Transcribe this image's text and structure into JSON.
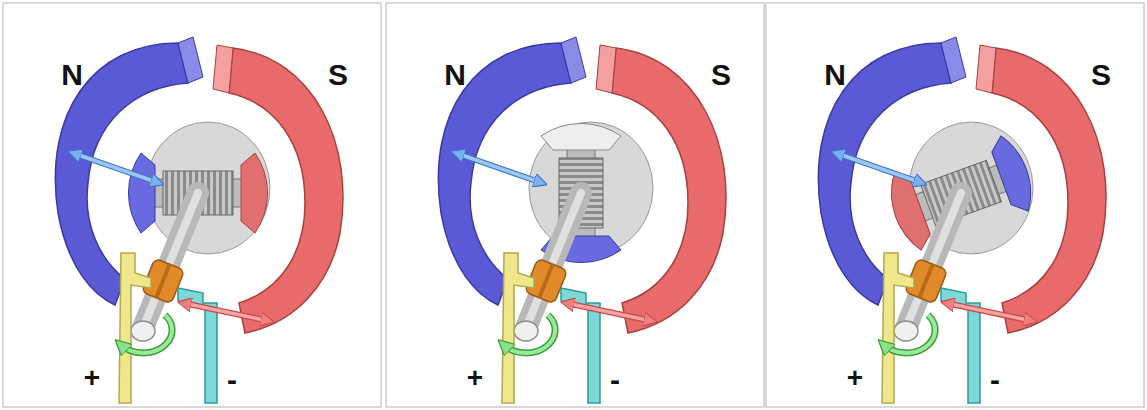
{
  "diagram": {
    "labels": [
      "N",
      "S",
      "+",
      "-",
      "N",
      "S",
      "+",
      "-",
      "N",
      "S",
      "+",
      "-"
    ]
  }
}
